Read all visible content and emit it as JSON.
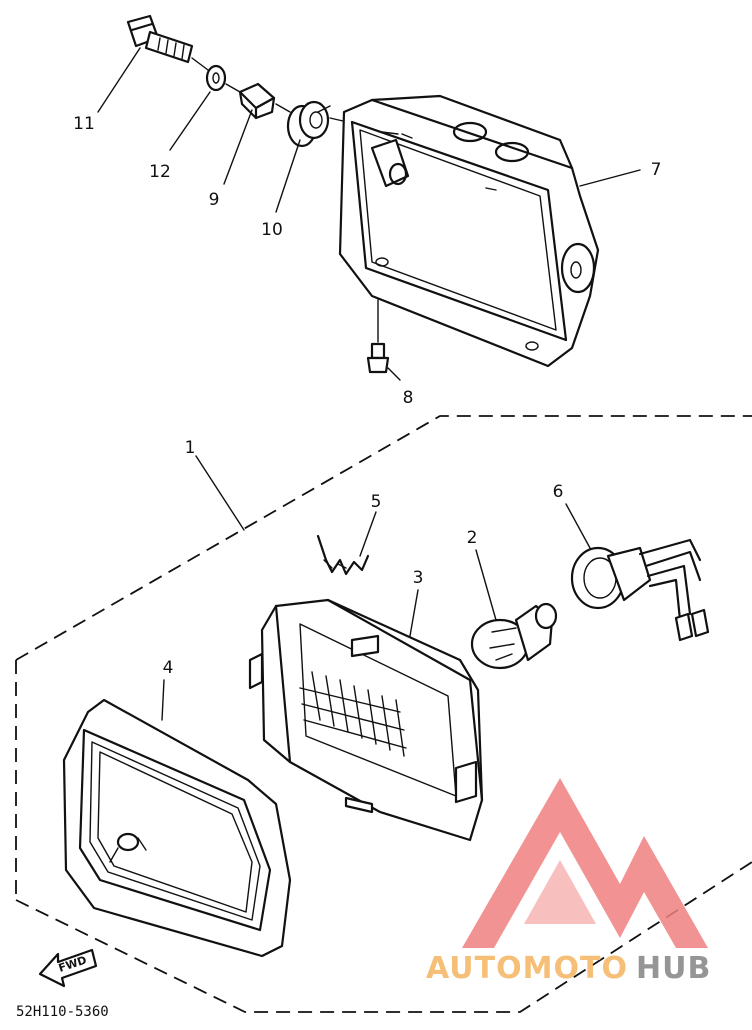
{
  "part_labels": [
    {
      "id": "11",
      "text": "11"
    },
    {
      "id": "12",
      "text": "12"
    },
    {
      "id": "9",
      "text": "9"
    },
    {
      "id": "10",
      "text": "10"
    },
    {
      "id": "7",
      "text": "7"
    },
    {
      "id": "8",
      "text": "8"
    },
    {
      "id": "1",
      "text": "1"
    },
    {
      "id": "5",
      "text": "5"
    },
    {
      "id": "6",
      "text": "6"
    },
    {
      "id": "2",
      "text": "2"
    },
    {
      "id": "3",
      "text": "3"
    },
    {
      "id": "4",
      "text": "4"
    }
  ],
  "fwd_label": "FWD",
  "diagram_code": "52H110-5360",
  "watermark": {
    "part1": "AUTOMOTO",
    "part2": "HUB",
    "color_part1": "#f5b96a",
    "color_part2": "#8a8a8a",
    "logo_color": "#f08080"
  }
}
